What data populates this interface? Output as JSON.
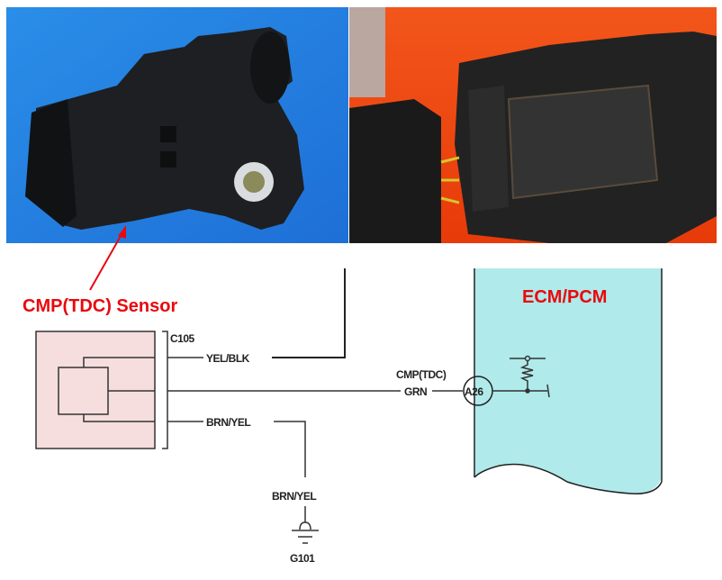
{
  "photos": {
    "left": {
      "subject": "sensor-photo"
    },
    "right": {
      "subject": "connector-photo"
    }
  },
  "callout": {
    "label": "CMP(TDC) Sensor",
    "color": "#e8090d"
  },
  "module": {
    "label": "ECM/PCM",
    "fill": "#b0eaea"
  },
  "connector": {
    "id": "C105"
  },
  "wires": {
    "power": "YEL/BLK",
    "signal_name": "CMP(TDC)",
    "signal_color": "GRN",
    "ground_top": "BRN/YEL",
    "ground_bottom": "BRN/YEL"
  },
  "terminal": {
    "id": "A26"
  },
  "ground": {
    "id": "G101"
  }
}
